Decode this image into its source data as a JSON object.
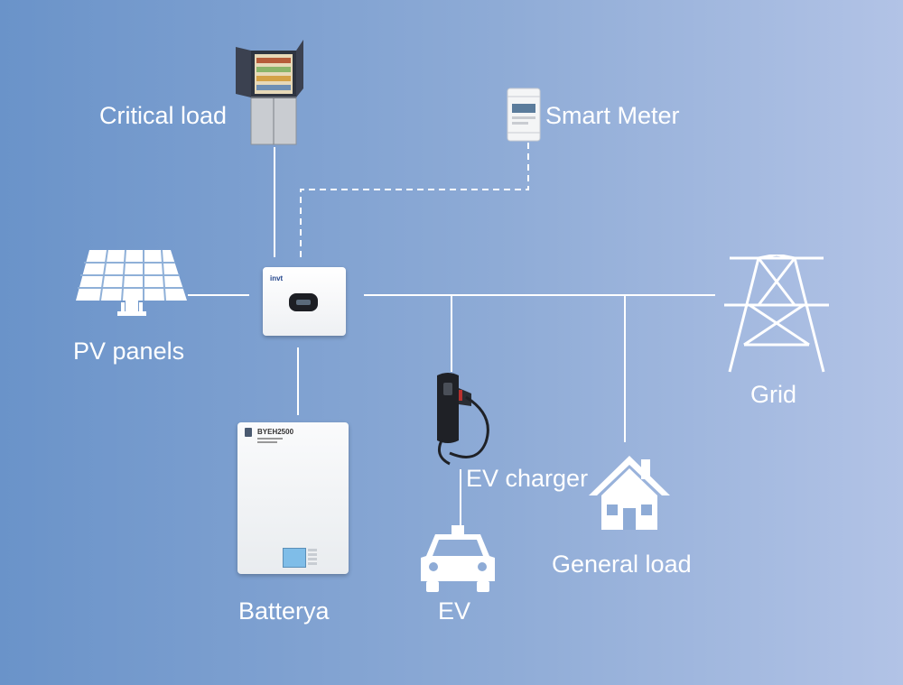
{
  "labels": {
    "critical_load": "Critical load",
    "smart_meter": "Smart Meter",
    "pv_panels": "PV panels",
    "grid": "Grid",
    "ev_charger": "EV charger",
    "general_load": "General load",
    "battery": "Batterya",
    "ev": "EV"
  },
  "devices": {
    "inverter_brand": "invt",
    "battery_model": "BYEH2500"
  },
  "colors": {
    "background_left": "#6a93c9",
    "background_right": "#b2c3e6",
    "line": "#ffffff"
  },
  "icons": [
    "refrigerator-icon",
    "smart-meter-icon",
    "solar-panel-icon",
    "inverter-icon",
    "battery-icon",
    "ev-charger-icon",
    "car-icon",
    "house-icon",
    "transmission-tower-icon"
  ]
}
